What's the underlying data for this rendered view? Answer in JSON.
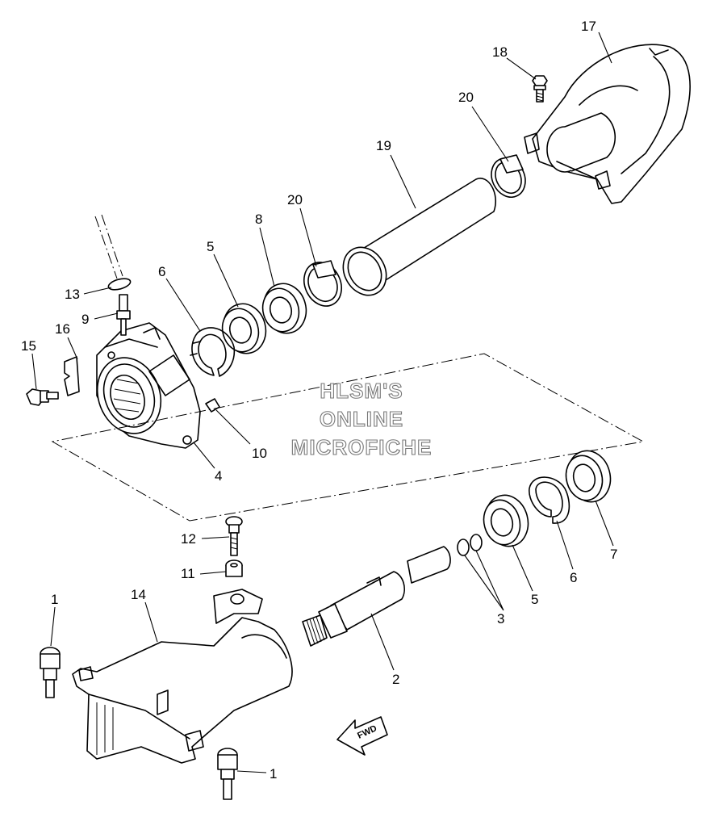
{
  "watermark": {
    "line1": "HLSM'S",
    "line2": "ONLINE",
    "line3": "MICROFICHE"
  },
  "direction_label": "FWD",
  "callouts": {
    "p1a": "1",
    "p1b": "1",
    "p2": "2",
    "p3": "3",
    "p4": "4",
    "p5a": "5",
    "p5b": "5",
    "p6a": "6",
    "p6b": "6",
    "p7": "7",
    "p8": "8",
    "p9": "9",
    "p10": "10",
    "p11": "11",
    "p12": "12",
    "p13": "13",
    "p14": "14",
    "p15": "15",
    "p16": "16",
    "p17": "17",
    "p18": "18",
    "p19": "19",
    "p20a": "20",
    "p20b": "20"
  }
}
